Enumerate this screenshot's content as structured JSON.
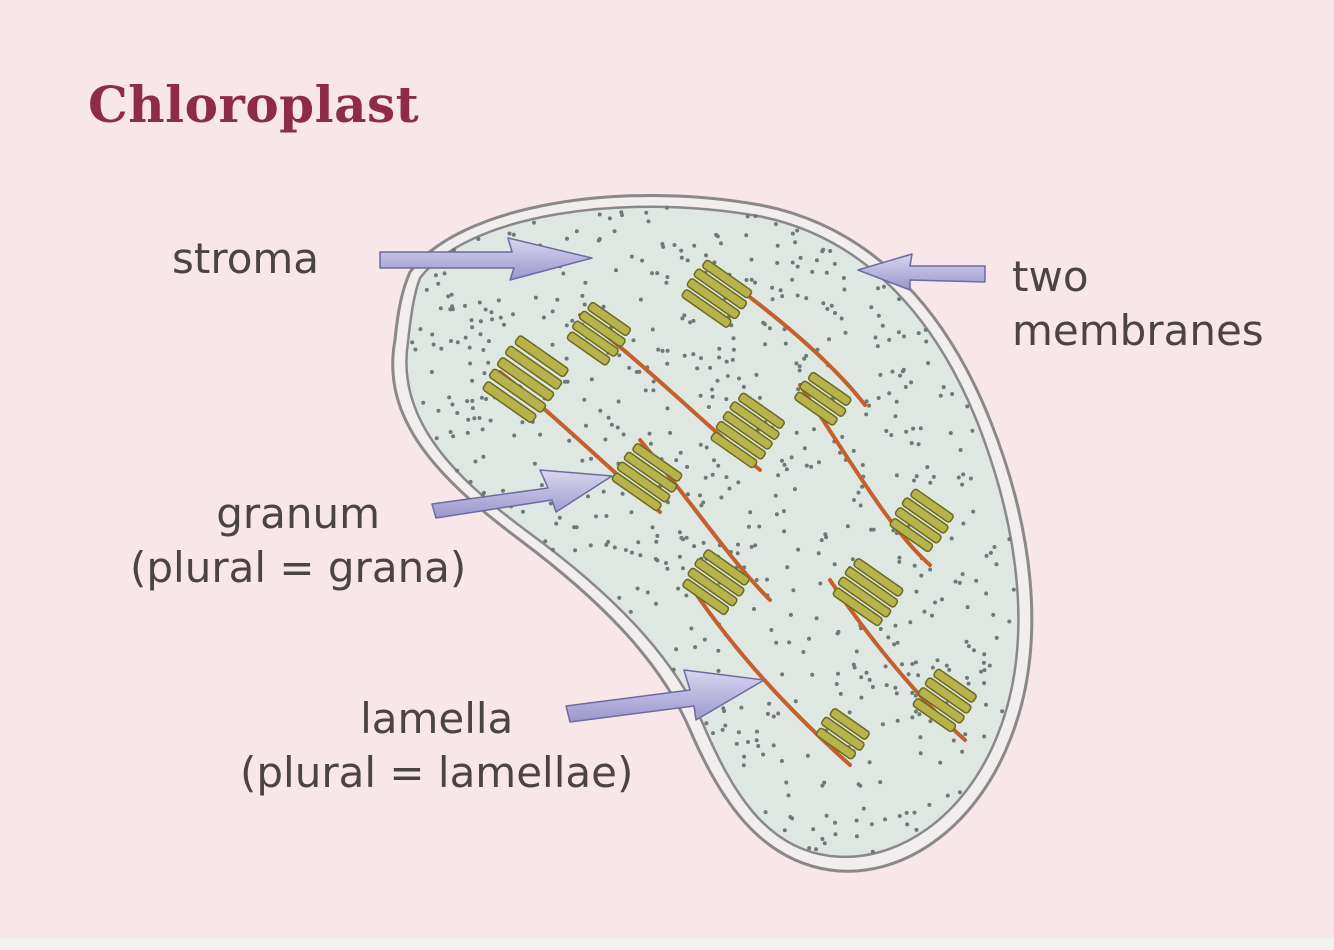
{
  "title": "Chloroplast",
  "labels": {
    "stroma": "stroma",
    "membranes_line1": "two",
    "membranes_line2": "membranes",
    "granum_line1": "granum",
    "granum_line2": "(plural = grana)",
    "lamella_line1": "lamella",
    "lamella_line2": "(plural = lamellae)"
  },
  "colors": {
    "title": "#8e2a4a",
    "stroma_fill": "#dfe7e2",
    "membrane": "#8c8a8c",
    "granum": "#b6b34a",
    "lamella": "#c4602c",
    "arrow": "#a9a6d6"
  }
}
